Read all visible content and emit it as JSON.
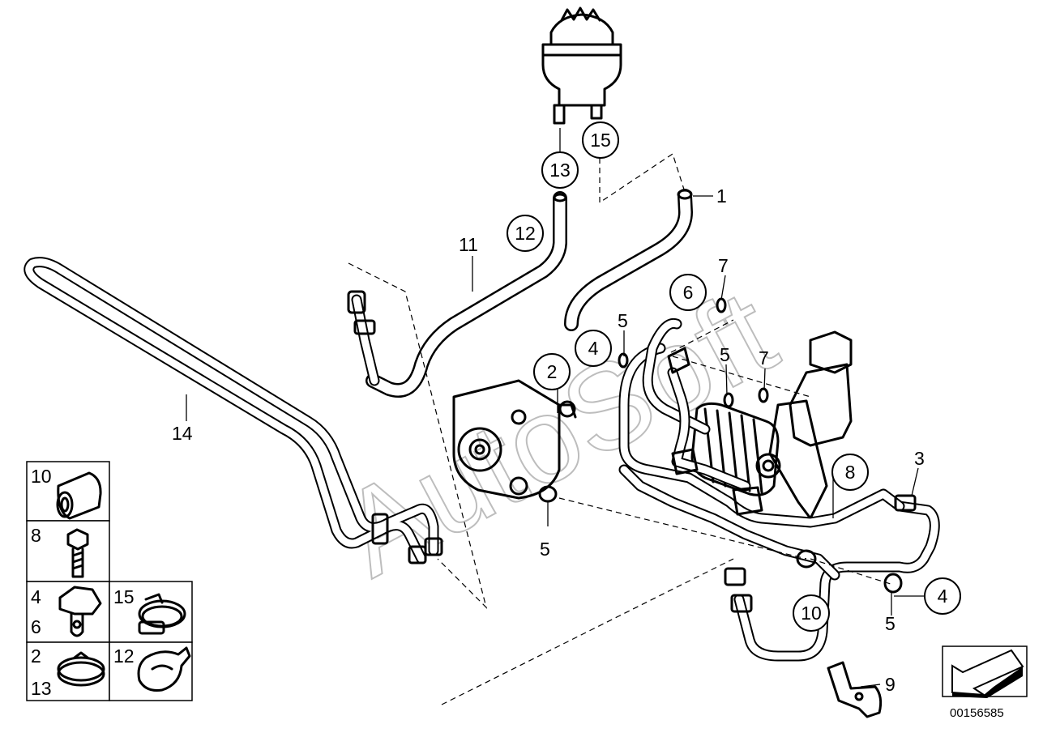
{
  "watermark": "AutoSoft",
  "figure_number": "00156585",
  "callouts_circled": [
    {
      "id": "c15",
      "label": "15"
    },
    {
      "id": "c13",
      "label": "13"
    },
    {
      "id": "c12",
      "label": "12"
    },
    {
      "id": "c6",
      "label": "6"
    },
    {
      "id": "c4a",
      "label": "4"
    },
    {
      "id": "c2",
      "label": "2"
    },
    {
      "id": "c8",
      "label": "8"
    },
    {
      "id": "c10",
      "label": "10"
    },
    {
      "id": "c4b",
      "label": "4"
    }
  ],
  "labels_plain": {
    "l1": "1",
    "l11": "11",
    "l14": "14",
    "l7a": "7",
    "l5a": "5",
    "l5b": "5",
    "l7b": "7",
    "l3": "3",
    "l5c": "5",
    "l5d": "5",
    "l9": "9"
  },
  "legend": {
    "cells": [
      {
        "labels": [
          "10"
        ],
        "part": "rubber-sleeve"
      },
      {
        "labels": [
          "8"
        ],
        "part": "bolt"
      },
      {
        "labels": [
          "4",
          "6"
        ],
        "part": "banjo-bolt"
      },
      {
        "labels": [
          "15"
        ],
        "part": "worm-clamp"
      },
      {
        "labels": [
          "2",
          "13"
        ],
        "part": "hose-clamp"
      },
      {
        "labels": [
          "12"
        ],
        "part": "spring-clip"
      }
    ]
  },
  "nav_arrow": {
    "icon": "direction-arrow-icon"
  }
}
